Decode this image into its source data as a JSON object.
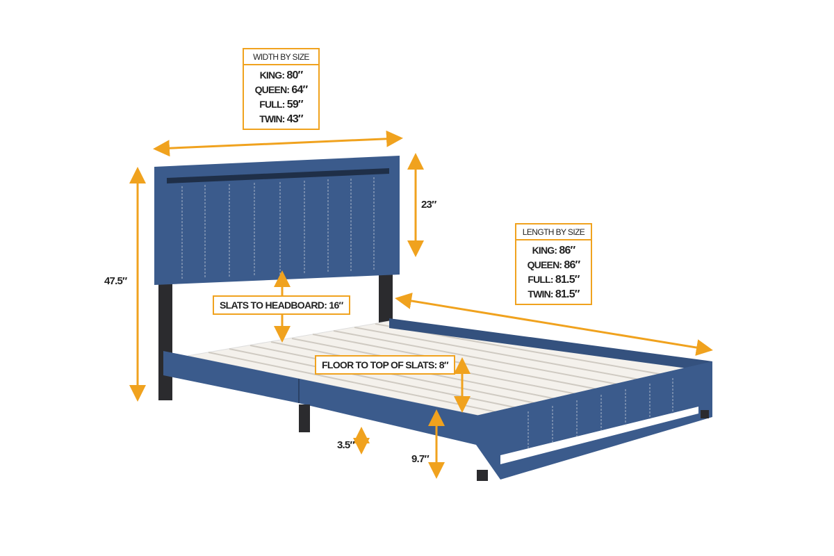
{
  "colors": {
    "accent": "#f0a21e",
    "fabric": "#3b5b8c",
    "leg": "#2b2b2e",
    "slat": "#f4f1ec"
  },
  "width_box": {
    "title": "WIDTH BY SIZE",
    "rows": [
      {
        "size": "KING:",
        "value": "80″"
      },
      {
        "size": "QUEEN:",
        "value": "64″"
      },
      {
        "size": "FULL:",
        "value": "59″"
      },
      {
        "size": "TWIN:",
        "value": "43″"
      }
    ]
  },
  "length_box": {
    "title": "LENGTH BY SIZE",
    "rows": [
      {
        "size": "KING:",
        "value": "86″"
      },
      {
        "size": "QUEEN:",
        "value": "86″"
      },
      {
        "size": "FULL:",
        "value": "81.5″"
      },
      {
        "size": "TWIN:",
        "value": "81.5″"
      }
    ]
  },
  "dimensions": {
    "total_height": "47.5″",
    "headboard_height": "23″",
    "slats_to_headboard": "SLATS TO HEADBOARD: 16″",
    "floor_to_slats": "FLOOR TO TOP OF SLATS: 8″",
    "leg_height": "3.5″",
    "frame_height": "9.7″"
  }
}
